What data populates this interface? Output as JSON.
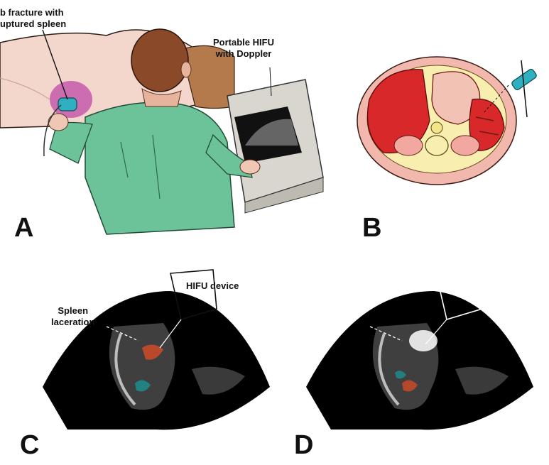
{
  "figure": {
    "panels": [
      {
        "letter": "A",
        "callouts": {
          "injury_line1": "b fracture with",
          "injury_line2": "uptured spleen",
          "device_line1": "Portable HIFU",
          "device_line2": "with Doppler"
        }
      },
      {
        "letter": "B"
      },
      {
        "letter": "C",
        "callouts": {
          "device": "HIFU device",
          "lesion_line1": "Spleen",
          "lesion_line2": "laceration"
        }
      },
      {
        "letter": "D"
      }
    ]
  },
  "colors": {
    "scrubs": "#6cc39a",
    "skin": "#f3d6cc",
    "hair": "#8a4a2a",
    "probe": "#2fb0c0",
    "organ_red": "#d8282a",
    "body_pink": "#f2b8ae",
    "fat_yellow": "#f8eeb0",
    "ultrasound_bg": "#000000"
  }
}
